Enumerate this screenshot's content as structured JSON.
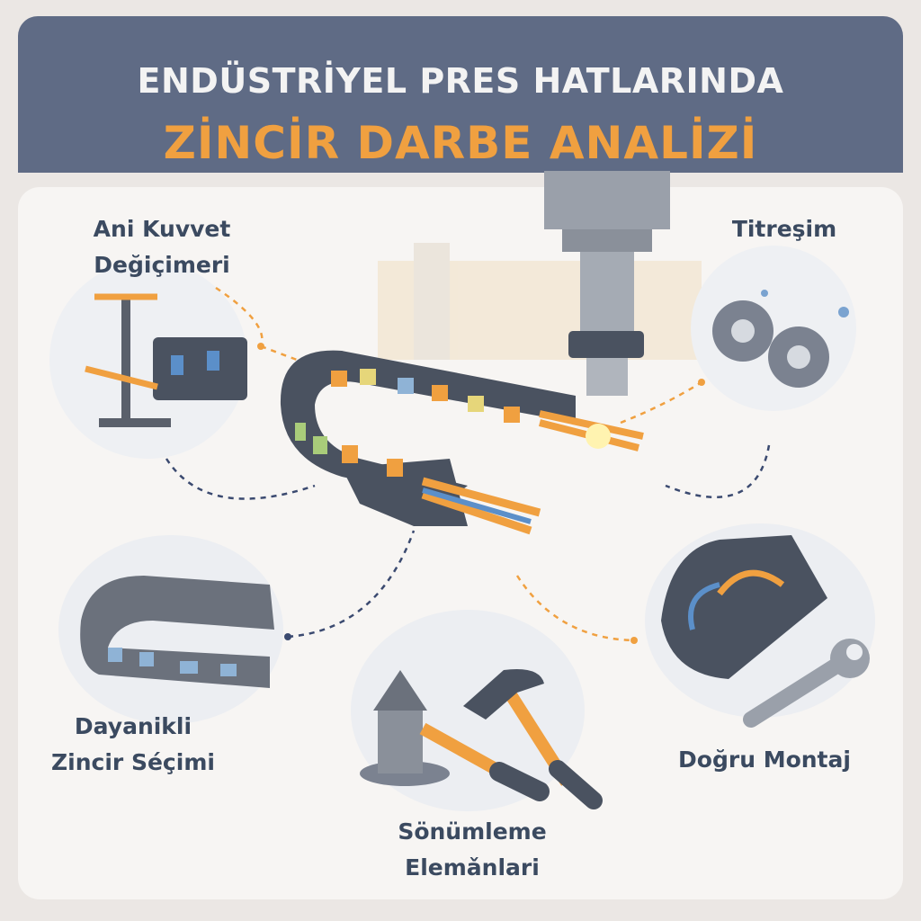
{
  "header": {
    "title_line1": "ENDÜSTRİYEL PRES HATLARINDA",
    "title_line2": "ZİNCİR DARBE ANALİZİ"
  },
  "topics": [
    {
      "line1": "Ani Kuvvet",
      "line2": "Değiçimeri",
      "icon": "cable-chain-clamp-icon"
    },
    {
      "line1": "Titreşim",
      "line2": "",
      "icon": "gears-icon"
    },
    {
      "line1": "Dayanikli",
      "line2": "Zincir Séçimi",
      "icon": "chain-links-icon"
    },
    {
      "line1": "Doğru Montaj",
      "line2": "",
      "icon": "wrench-icon"
    },
    {
      "line1": "Sönümleme",
      "line2": "Elemǎnlari",
      "icon": "hammer-damper-icon"
    }
  ],
  "colors": {
    "header": "#5f6b85",
    "accent": "#f0a040",
    "text": "#3b4a60",
    "chain": "#4a5260"
  }
}
